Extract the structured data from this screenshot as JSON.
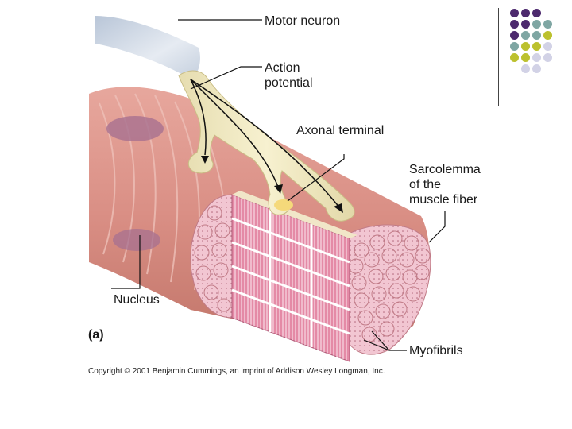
{
  "labels": {
    "motor_neuron": "Motor neuron",
    "action_potential": "Action\npotential",
    "axonal_terminal": "Axonal terminal",
    "sarcolemma": "Sarcolemma\nof the\nmuscle fiber",
    "nucleus": "Nucleus",
    "myofibrils": "Myofibrils",
    "panel": "(a)"
  },
  "copyright": "Copyright © 2001 Benjamin Cummings, an imprint of Addison Wesley Longman, Inc.",
  "colors": {
    "muscle": "#d98e84",
    "muscle_dark": "#b86a60",
    "neuron": "#f3ecc2",
    "myofibril": "#f2c6d2",
    "purple": "#4d2a6e",
    "teal": "#7fa6a3",
    "olive": "#bcc12e",
    "lavender": "#d2d2e6"
  },
  "decor_dots": [
    [
      "purple",
      "purple",
      "purple",
      "empty"
    ],
    [
      "purple",
      "purple",
      "teal",
      "teal"
    ],
    [
      "purple",
      "teal",
      "teal",
      "olive"
    ],
    [
      "teal",
      "olive",
      "olive",
      "lavender"
    ],
    [
      "olive",
      "olive",
      "lavender",
      "lavender"
    ],
    [
      "empty",
      "lavender",
      "lavender",
      "empty"
    ]
  ]
}
